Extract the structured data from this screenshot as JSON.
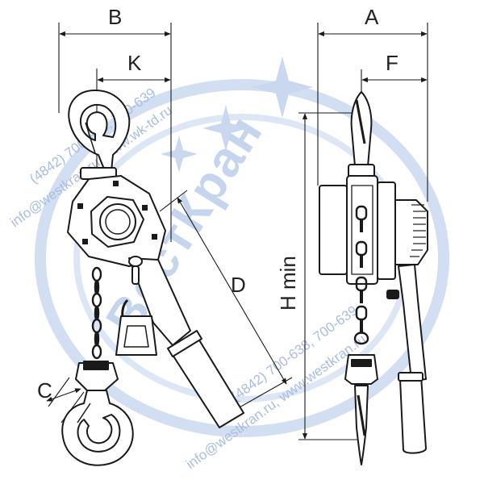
{
  "dimensions": {
    "B": "B",
    "K": "K",
    "D": "D",
    "C": "C",
    "A": "A",
    "F": "F",
    "H_min": "H min"
  },
  "watermark": {
    "brand": "ВестКран",
    "contact_left": "(4842) 700-638, 700-639",
    "site_left": "info@westkran.ru, www.wk-td.ru",
    "contact_right": "(4842) 700-638, 700-639",
    "site_right": "info@westkran.ru, www.westkran.ru"
  },
  "colors": {
    "line": "#1a1a1a",
    "watermark": "#a9bde0",
    "watermark_logo": "#c6d5ee"
  }
}
